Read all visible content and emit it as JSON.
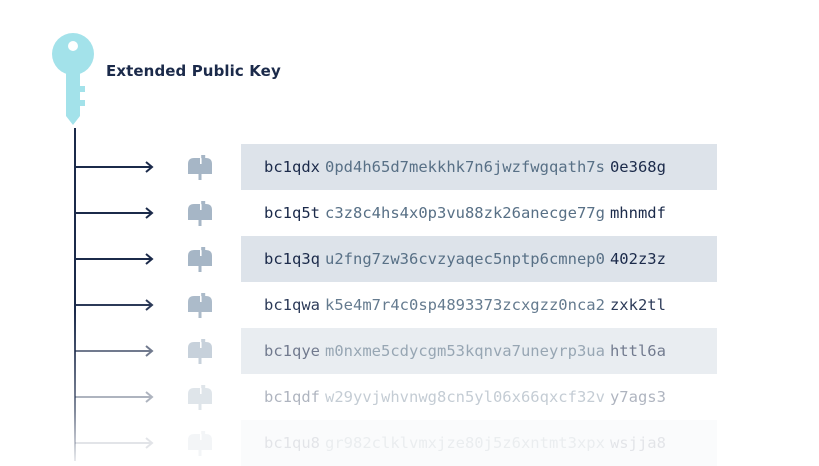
{
  "header": {
    "title": "Extended Public Key",
    "icon": "key-icon"
  },
  "colors": {
    "key": "#a3e2ea",
    "line": "#1b2a4a",
    "mailbox": "#a6b6c6",
    "shade": "#dde3ea"
  },
  "addresses": [
    {
      "prefix": "bc1qdx",
      "middle": "0pd4h65d7mekkhk7n6jwzfwgqath7s",
      "suffix": "0e368g",
      "shaded": true,
      "opacity": 1.0
    },
    {
      "prefix": "bc1q5t",
      "middle": "c3z8c4hs4x0p3vu88zk26anecge77g",
      "suffix": "mhnmdf",
      "shaded": false,
      "opacity": 1.0
    },
    {
      "prefix": "bc1q3q",
      "middle": "u2fng7zw36cvzyaqec5nptp6cmnep0",
      "suffix": "402z3z",
      "shaded": true,
      "opacity": 1.0
    },
    {
      "prefix": "bc1qwa",
      "middle": "k5e4m7r4c0sp4893373zcxgzz0nca2",
      "suffix": "zxk2tl",
      "shaded": false,
      "opacity": 0.92
    },
    {
      "prefix": "bc1qye",
      "middle": "m0nxme5cdycgm53kqnva7uneyrp3ua",
      "suffix": "httl6a",
      "shaded": true,
      "opacity": 0.62
    },
    {
      "prefix": "bc1qdf",
      "middle": "w29yvjwhvnwg8cn5yl06x66qxcf32v",
      "suffix": "y7ags3",
      "shaded": false,
      "opacity": 0.35
    },
    {
      "prefix": "bc1qu8",
      "middle": "gr982clklvmxjze80j5z6xntmt3xpx",
      "suffix": "wsjja8",
      "shaded": true,
      "opacity": 0.12
    }
  ]
}
